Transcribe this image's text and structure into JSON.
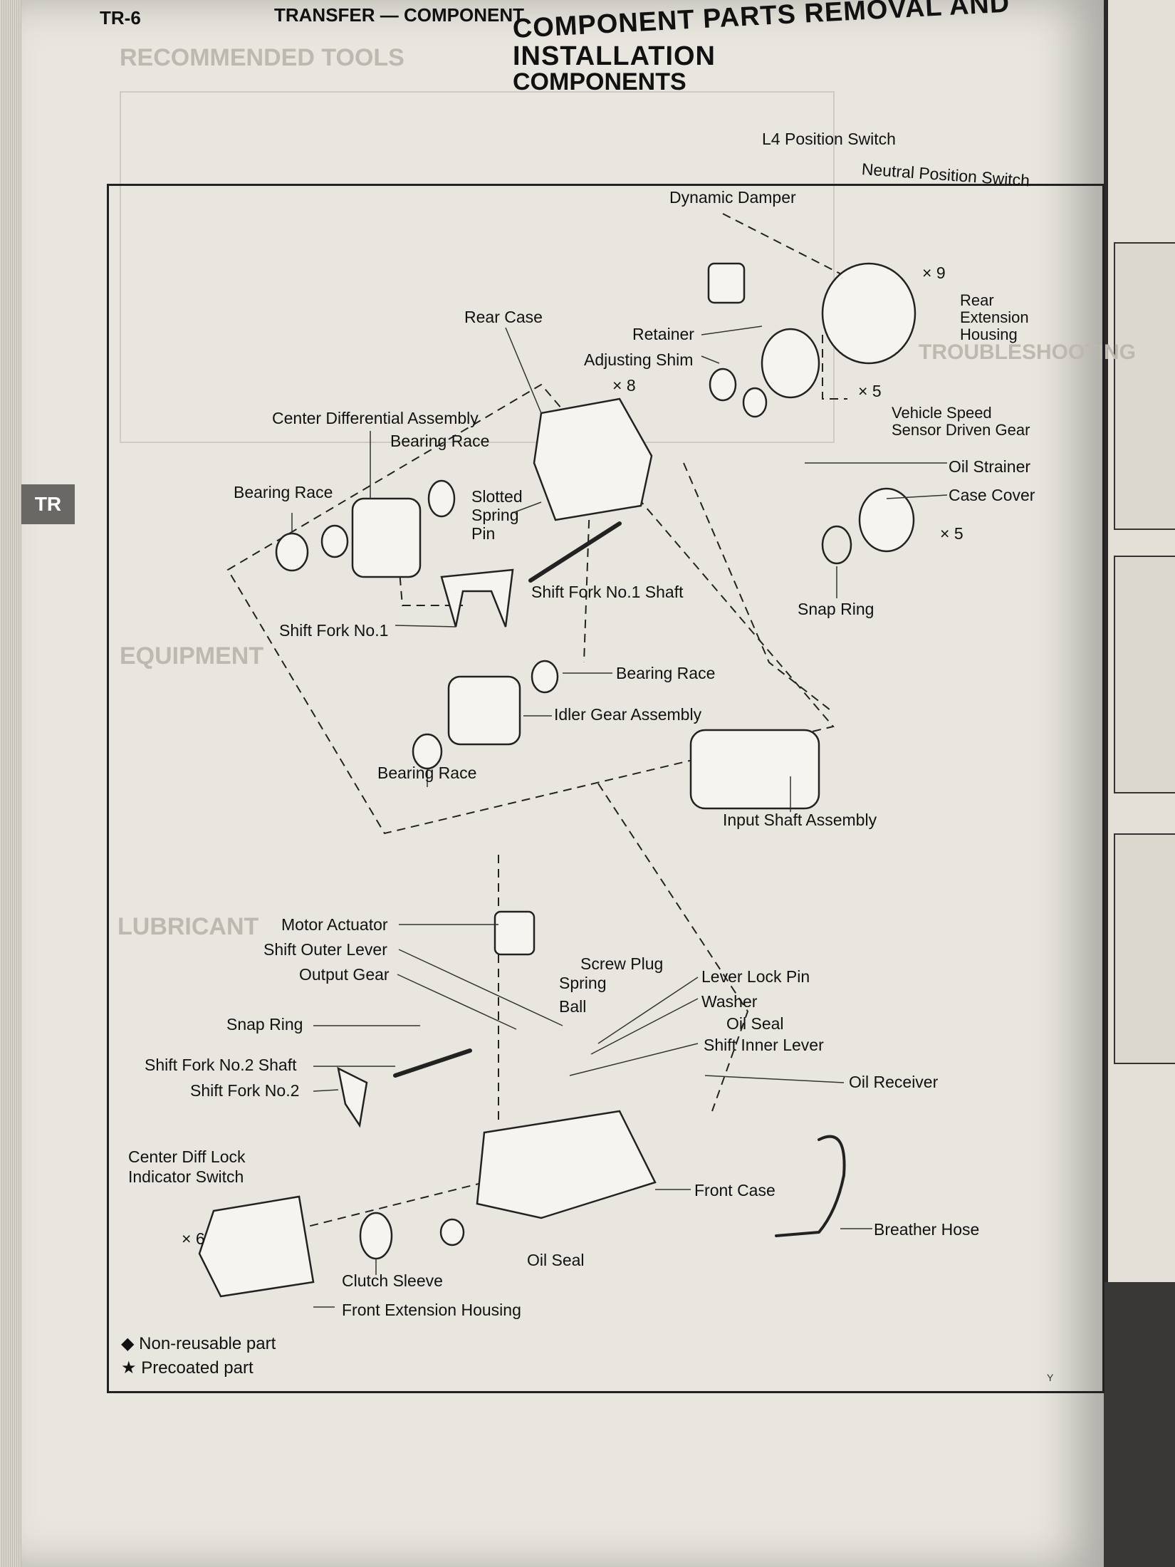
{
  "header": {
    "page_number": "TR-6",
    "section": "TRANSFER — COMPONENT",
    "title_line1": "COMPONENT PARTS REMOVAL AND",
    "title_line2": "INSTALLATION",
    "subtitle": "COMPONENTS"
  },
  "side_tab": "TR",
  "ghost_text": {
    "recommended_tools": "RECOMMENDED TOOLS",
    "equipment": "EQUIPMENT",
    "lubricant": "LUBRICANT",
    "troubleshooting": "TROUBLESHOOTING"
  },
  "labels": {
    "l4_switch": "L4 Position Switch",
    "neutral_switch": "Neutral Position Switch",
    "dynamic_damper": "Dynamic Damper",
    "x9": "× 9",
    "rear_extension_housing": "Rear Extension Housing",
    "rear_case": "Rear Case",
    "retainer": "Retainer",
    "adjusting_shim": "Adjusting Shim",
    "x8": "× 8",
    "x5_a": "× 5",
    "vehicle_speed_sensor": "Vehicle Speed Sensor Driven Gear",
    "center_diff_assembly": "Center Differential Assembly",
    "bearing_race_1": "Bearing Race",
    "bearing_race_2": "Bearing Race",
    "slotted_spring_pin": "Slotted Spring Pin",
    "oil_strainer": "Oil Strainer",
    "case_cover": "Case Cover",
    "x5_b": "× 5",
    "shift_fork_1_shaft": "Shift Fork No.1 Shaft",
    "snap_ring_1": "Snap Ring",
    "shift_fork_1": "Shift Fork No.1",
    "bearing_race_3": "Bearing Race",
    "idler_gear": "Idler Gear Assembly",
    "bearing_race_4": "Bearing Race",
    "input_shaft": "Input Shaft Assembly",
    "motor_actuator": "Motor Actuator",
    "shift_outer_lever": "Shift Outer Lever",
    "output_gear": "Output Gear",
    "screw_plug": "Screw Plug",
    "spring": "Spring",
    "ball": "Ball",
    "lever_lock_pin": "Lever Lock Pin",
    "washer": "Washer",
    "oil_seal_1": "Oil Seal",
    "shift_inner_lever": "Shift Inner Lever",
    "snap_ring_2": "Snap Ring",
    "shift_fork_2_shaft": "Shift Fork No.2 Shaft",
    "shift_fork_2": "Shift Fork No.2",
    "oil_receiver": "Oil Receiver",
    "center_diff_lock_switch": "Center Diff Lock Indicator Switch",
    "front_case": "Front Case",
    "breather_hose": "Breather Hose",
    "x6": "× 6",
    "clutch_sleeve": "Clutch Sleeve",
    "oil_seal_2": "Oil Seal",
    "front_extension_housing": "Front Extension Housing"
  },
  "legend": {
    "non_reusable": "Non-reusable part",
    "precoated": "Precoated part"
  },
  "symbols": {
    "diamond": "◆",
    "star": "★"
  },
  "footer_code": "Y"
}
